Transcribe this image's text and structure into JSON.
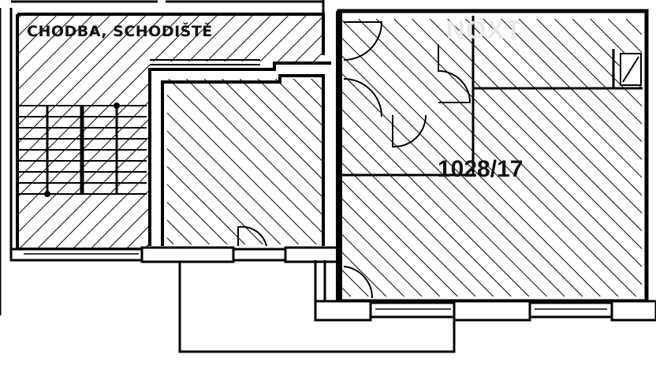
{
  "floorplan": {
    "rooms": [
      {
        "id": "corridor",
        "label": "CHODBA, SCHODIŠTĚ"
      },
      {
        "id": "middle-room",
        "label": ""
      },
      {
        "id": "unit",
        "label": "1028/17"
      }
    ],
    "watermark": "NOXT",
    "colors": {
      "line": "#000000",
      "background": "#ffffff",
      "watermark": "#e8e8e8"
    }
  }
}
